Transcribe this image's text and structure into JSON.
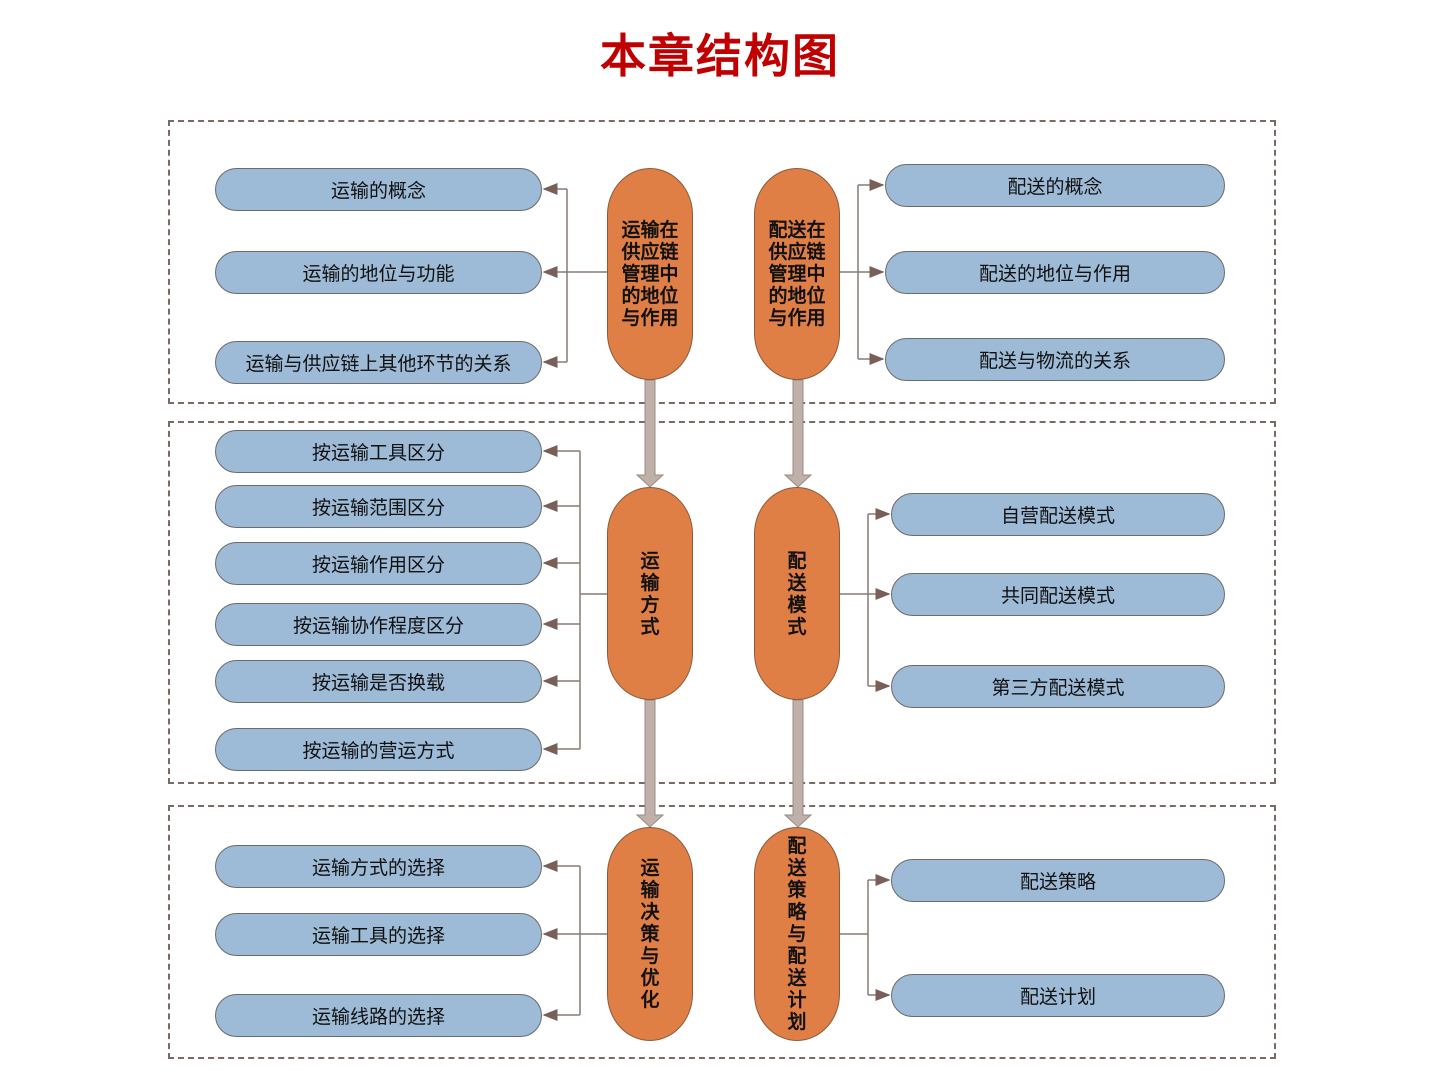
{
  "title": "本章结构图",
  "nodes": {
    "n1": "运输在供应链管理中的地位与作用",
    "n2": "配送在供应链管理中的地位与作用",
    "n3": "运输方式",
    "n4": "配送模式",
    "n5": "运输决策与优化",
    "n6": "配送策略与配送计划"
  },
  "left_top": [
    "运输的概念",
    "运输的地位与功能",
    "运输与供应链上其他环节的关系"
  ],
  "right_top": [
    "配送的概念",
    "配送的地位与作用",
    "配送与物流的关系"
  ],
  "left_mid": [
    "按运输工具区分",
    "按运输范围区分",
    "按运输作用区分",
    "按运输协作程度区分",
    "按运输是否换载",
    "按运输的营运方式"
  ],
  "right_mid": [
    "自营配送模式",
    "共同配送模式",
    "第三方配送模式"
  ],
  "left_bot": [
    "运输方式的选择",
    "运输工具的选择",
    "运输线路的选择"
  ],
  "right_bot": [
    "配送策略",
    "配送计划"
  ],
  "colors": {
    "title": "#c00000",
    "node": "#e07f45",
    "pill": "#9dbad6"
  }
}
